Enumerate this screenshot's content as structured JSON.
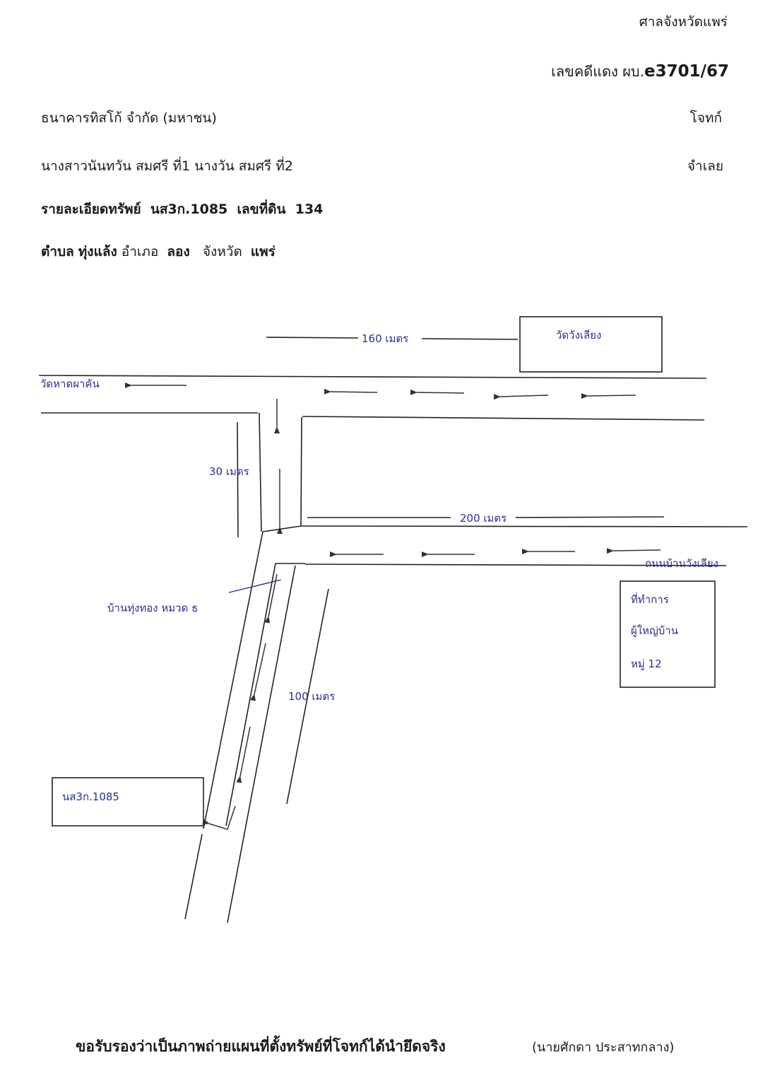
{
  "header": {
    "court": "ศาลจังหวัดแพร่",
    "case_prefix": "เลขคดีแดง ผบ.",
    "case_number": "e3701/67"
  },
  "parties": {
    "plaintiff_name": "ธนาคารทิสโก้ จำกัด (มหาชน)",
    "plaintiff_role": "โจทก์",
    "defendant_names": "นางสาวนันทวัน สมศรี ที่1 นางวัน สมศรี ที่2",
    "defendant_role": "จำเลย"
  },
  "property": {
    "details_label": "รายละเอียดทรัพย์",
    "title_deed": "นส3ก.1085",
    "parcel_label": "เลขที่ดิน",
    "parcel_number": "134",
    "subdistrict_label": "ตำบล",
    "subdistrict": "ทุ่งแล้ง",
    "district_label": "อำเภอ",
    "district": "ลอง",
    "province_label": "จังหวัด",
    "province": "แพร่"
  },
  "map": {
    "dist_160": "160 เมตร",
    "temple_wang_liang": "วัดวังเลียง",
    "temple_had_pha_khan": "วัดหาดผาคัน",
    "dist_30": "30 เมตร",
    "dist_200": "200 เมตร",
    "road_name": "ถนนบ้านวังเลียง",
    "village": "บ้านทุ่งทอง หมวด ธ",
    "headman_office_line1": "ที่ทำการ",
    "headman_office_line2": "ผู้ใหญ่บ้าน",
    "headman_office_line3": "หมู่ 12",
    "dist_100": "100 เมตร",
    "target_plot": "นส3ก.1085"
  },
  "footer": {
    "certification": "ขอรับรองว่าเป็นภาพถ่ายแผนที่ตั้งทรัพย์ที่โจทก์ได้นำยึดจริง",
    "signer": "(นายศักดา ประสาทกลาง)"
  },
  "colors": {
    "ink": "#222222",
    "handwriting": "#2a2f8f"
  }
}
